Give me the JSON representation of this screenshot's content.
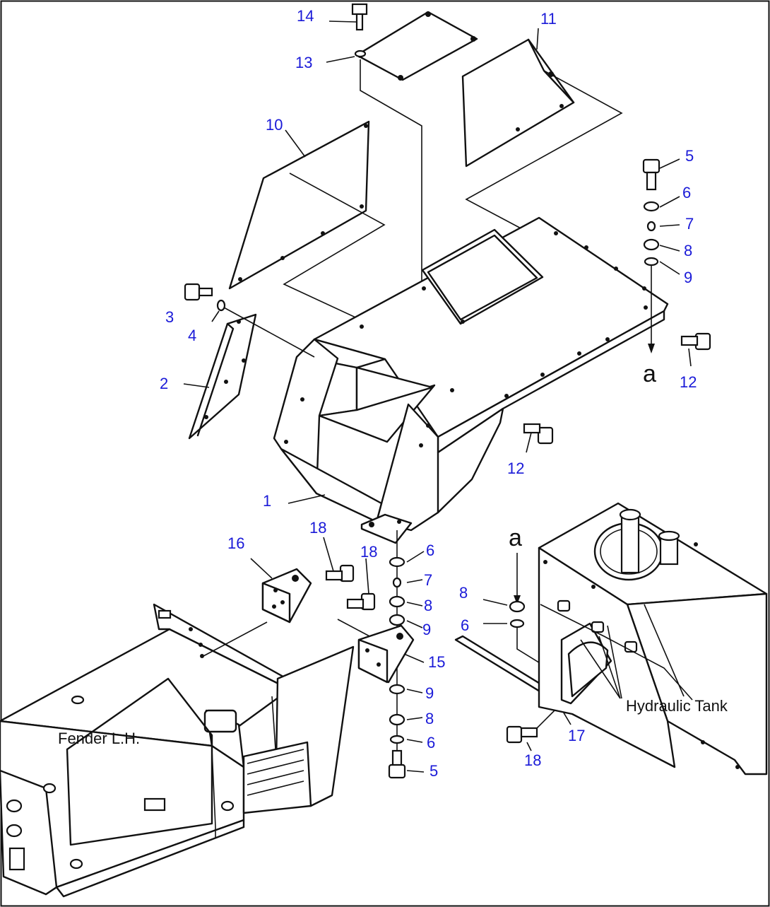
{
  "colors": {
    "callout": "#1a1ad8",
    "line": "#111111",
    "background": "#ffffff"
  },
  "callouts": [
    {
      "id": "c14",
      "text": "14"
    },
    {
      "id": "c13",
      "text": "13"
    },
    {
      "id": "c11",
      "text": "11"
    },
    {
      "id": "c10",
      "text": "10"
    },
    {
      "id": "c5a",
      "text": "5"
    },
    {
      "id": "c6a",
      "text": "6"
    },
    {
      "id": "c7a",
      "text": "7"
    },
    {
      "id": "c8a",
      "text": "8"
    },
    {
      "id": "c9a",
      "text": "9"
    },
    {
      "id": "c3",
      "text": "3"
    },
    {
      "id": "c4",
      "text": "4"
    },
    {
      "id": "c12a",
      "text": "12"
    },
    {
      "id": "c2",
      "text": "2"
    },
    {
      "id": "c12b",
      "text": "12"
    },
    {
      "id": "c1",
      "text": "1"
    },
    {
      "id": "c18a",
      "text": "18"
    },
    {
      "id": "c16",
      "text": "16"
    },
    {
      "id": "c18b",
      "text": "18"
    },
    {
      "id": "c6b",
      "text": "6"
    },
    {
      "id": "c7b",
      "text": "7"
    },
    {
      "id": "c8b",
      "text": "8"
    },
    {
      "id": "c9b",
      "text": "9"
    },
    {
      "id": "c15",
      "text": "15"
    },
    {
      "id": "c9c",
      "text": "9"
    },
    {
      "id": "c8c",
      "text": "8"
    },
    {
      "id": "c6c",
      "text": "6"
    },
    {
      "id": "c5b",
      "text": "5"
    },
    {
      "id": "c8d",
      "text": "8"
    },
    {
      "id": "c6d",
      "text": "6"
    },
    {
      "id": "c17",
      "text": "17"
    },
    {
      "id": "c18c",
      "text": "18"
    }
  ],
  "labels": {
    "fender": "Fender L.H.",
    "hydraulic_tank": "Hydraulic Tank",
    "ref_a_top": "a",
    "ref_a_bottom": "a"
  }
}
